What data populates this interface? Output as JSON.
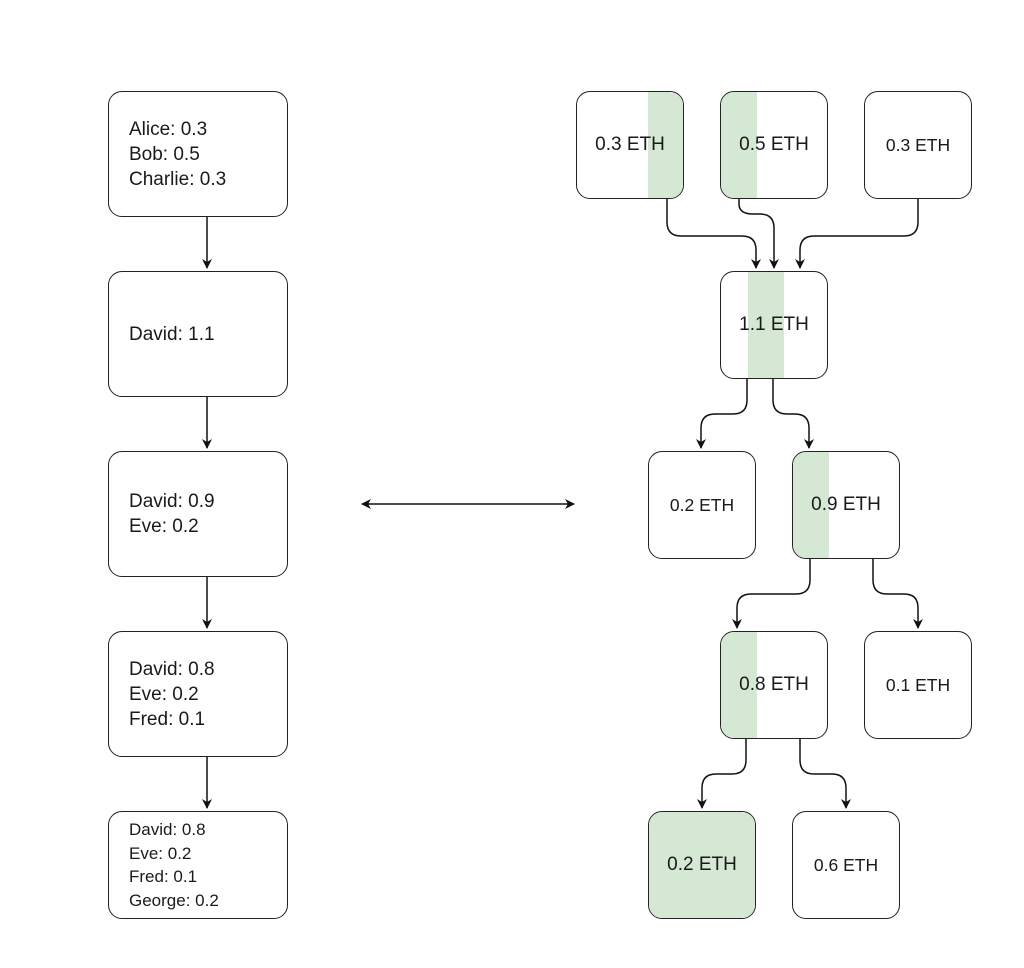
{
  "state_chain": [
    {
      "lines": [
        "Alice: 0.3",
        "Bob: 0.5",
        "Charlie: 0.3"
      ]
    },
    {
      "lines": [
        "David: 1.1"
      ]
    },
    {
      "lines": [
        "David: 0.9",
        "Eve: 0.2"
      ]
    },
    {
      "lines": [
        "David: 0.8",
        "Eve: 0.2",
        "Fred: 0.1"
      ]
    },
    {
      "lines": [
        "David: 0.8",
        "Eve: 0.2",
        "Fred: 0.1",
        "George: 0.2"
      ]
    }
  ],
  "utxo_tree": {
    "nodes": [
      {
        "id": "in-a",
        "label": "0.3 ETH"
      },
      {
        "id": "in-b",
        "label": "0.5 ETH"
      },
      {
        "id": "in-c",
        "label": "0.3 ETH"
      },
      {
        "id": "merge",
        "label": "1.1 ETH"
      },
      {
        "id": "split1-a",
        "label": "0.2 ETH"
      },
      {
        "id": "split1-b",
        "label": "0.9 ETH"
      },
      {
        "id": "split2-a",
        "label": "0.8 ETH"
      },
      {
        "id": "split2-b",
        "label": "0.1 ETH"
      },
      {
        "id": "split3-a",
        "label": "0.2 ETH"
      },
      {
        "id": "split3-b",
        "label": "0.6 ETH"
      }
    ],
    "highlight_color": "#d5e8d4"
  }
}
